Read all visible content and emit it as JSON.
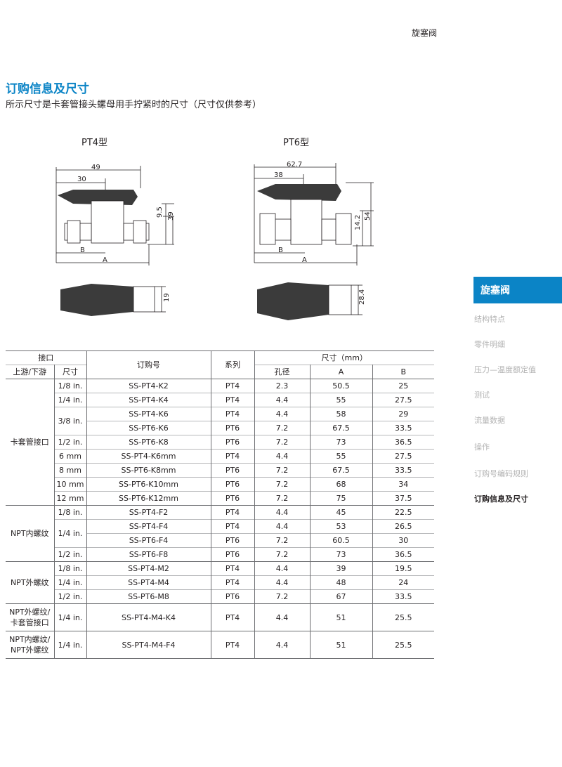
{
  "header": {
    "section": "旋塞阀"
  },
  "page": {
    "title": "订购信息及尺寸",
    "subtitle": "所示尺寸是卡套管接头螺母用手拧紧时的尺寸（尺寸仅供参考）"
  },
  "drawings": {
    "pt4": {
      "model": "PT4型",
      "dim_49": "49",
      "dim_30": "30",
      "dim_95": "9.5",
      "dim_39": "39",
      "dim_B": "B",
      "dim_A": "A",
      "dim_19": "19"
    },
    "pt6": {
      "model": "PT6型",
      "dim_627": "62.7",
      "dim_38": "38",
      "dim_142": "14.2",
      "dim_54": "54",
      "dim_B": "B",
      "dim_A": "A",
      "dim_284": "28.4"
    }
  },
  "sidebar": {
    "active": "旋塞阀",
    "items": [
      "结构特点",
      "零件明细",
      "压力—温度额定值",
      "测试",
      "流量数据",
      "操作",
      "订购号编码规则",
      "订购信息及尺寸"
    ]
  },
  "table": {
    "headers": {
      "port": "接口",
      "upstream": "上游/下游",
      "size": "尺寸",
      "order_no": "订购号",
      "series": "系列",
      "dims": "尺寸（mm）",
      "bore": "孔径",
      "a": "A",
      "b": "B"
    },
    "groups": [
      {
        "name": "卡套管接口",
        "sizes": [
          {
            "size": "1/8 in.",
            "rows": [
              {
                "part": "SS-PT4-K2",
                "series": "PT4",
                "bore": "2.3",
                "a": "50.5",
                "b": "25"
              }
            ]
          },
          {
            "size": "1/4 in.",
            "rows": [
              {
                "part": "SS-PT4-K4",
                "series": "PT4",
                "bore": "4.4",
                "a": "55",
                "b": "27.5"
              }
            ]
          },
          {
            "size": "3/8 in.",
            "rows": [
              {
                "part": "SS-PT4-K6",
                "series": "PT4",
                "bore": "4.4",
                "a": "58",
                "b": "29"
              },
              {
                "part": "SS-PT6-K6",
                "series": "PT6",
                "bore": "7.2",
                "a": "67.5",
                "b": "33.5"
              }
            ]
          },
          {
            "size": "1/2 in.",
            "rows": [
              {
                "part": "SS-PT6-K8",
                "series": "PT6",
                "bore": "7.2",
                "a": "73",
                "b": "36.5"
              }
            ]
          },
          {
            "size": "6 mm",
            "rows": [
              {
                "part": "SS-PT4-K6mm",
                "series": "PT4",
                "bore": "4.4",
                "a": "55",
                "b": "27.5"
              }
            ]
          },
          {
            "size": "8 mm",
            "rows": [
              {
                "part": "SS-PT6-K8mm",
                "series": "PT6",
                "bore": "7.2",
                "a": "67.5",
                "b": "33.5"
              }
            ]
          },
          {
            "size": "10 mm",
            "rows": [
              {
                "part": "SS-PT6-K10mm",
                "series": "PT6",
                "bore": "7.2",
                "a": "68",
                "b": "34"
              }
            ]
          },
          {
            "size": "12 mm",
            "rows": [
              {
                "part": "SS-PT6-K12mm",
                "series": "PT6",
                "bore": "7.2",
                "a": "75",
                "b": "37.5"
              }
            ]
          }
        ]
      },
      {
        "name": "NPT内螺纹",
        "sizes": [
          {
            "size": "1/8 in.",
            "rows": [
              {
                "part": "SS-PT4-F2",
                "series": "PT4",
                "bore": "4.4",
                "a": "45",
                "b": "22.5"
              }
            ]
          },
          {
            "size": "1/4 in.",
            "rows": [
              {
                "part": "SS-PT4-F4",
                "series": "PT4",
                "bore": "4.4",
                "a": "53",
                "b": "26.5"
              },
              {
                "part": "SS-PT6-F4",
                "series": "PT6",
                "bore": "7.2",
                "a": "60.5",
                "b": "30"
              }
            ]
          },
          {
            "size": "1/2 in.",
            "rows": [
              {
                "part": "SS-PT6-F8",
                "series": "PT6",
                "bore": "7.2",
                "a": "73",
                "b": "36.5"
              }
            ]
          }
        ]
      },
      {
        "name": "NPT外螺纹",
        "sizes": [
          {
            "size": "1/8 in.",
            "rows": [
              {
                "part": "SS-PT4-M2",
                "series": "PT4",
                "bore": "4.4",
                "a": "39",
                "b": "19.5"
              }
            ]
          },
          {
            "size": "1/4 in.",
            "rows": [
              {
                "part": "SS-PT4-M4",
                "series": "PT4",
                "bore": "4.4",
                "a": "48",
                "b": "24"
              }
            ]
          },
          {
            "size": "1/2 in.",
            "rows": [
              {
                "part": "SS-PT6-M8",
                "series": "PT6",
                "bore": "7.2",
                "a": "67",
                "b": "33.5"
              }
            ]
          }
        ]
      },
      {
        "name": "NPT外螺纹/\n卡套管接口",
        "sizes": [
          {
            "size": "1/4 in.",
            "rows": [
              {
                "part": "SS-PT4-M4-K4",
                "series": "PT4",
                "bore": "4.4",
                "a": "51",
                "b": "25.5"
              }
            ]
          }
        ]
      },
      {
        "name": "NPT内螺纹/\nNPT外螺纹",
        "sizes": [
          {
            "size": "1/4 in.",
            "rows": [
              {
                "part": "SS-PT4-M4-F4",
                "series": "PT4",
                "bore": "4.4",
                "a": "51",
                "b": "25.5"
              }
            ]
          }
        ]
      }
    ]
  }
}
